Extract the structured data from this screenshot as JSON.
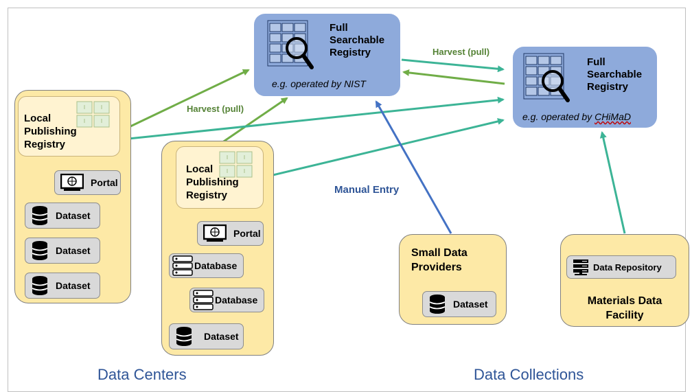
{
  "registries": {
    "nist": {
      "title": "Full\nSearchable\nRegistry",
      "subtitle": "e.g. operated by NIST"
    },
    "chimad": {
      "title": "Full\nSearchable\nRegistry",
      "subtitle_prefix": "e.g. operated by ",
      "subtitle_name": "CHiMaD"
    }
  },
  "edges": {
    "harvest_top": "Harvest (pull)",
    "harvest_left": "Harvest (pull)",
    "manual_entry": "Manual Entry"
  },
  "data_center_1": {
    "local_registry": "Local\nPublishing\nRegistry",
    "items": [
      {
        "label": "Portal",
        "icon": "globe-monitor-icon"
      },
      {
        "label": "Dataset",
        "icon": "database-cylinder-icon"
      },
      {
        "label": "Dataset",
        "icon": "database-cylinder-icon"
      },
      {
        "label": "Dataset",
        "icon": "database-cylinder-icon"
      }
    ]
  },
  "data_center_2": {
    "local_registry": "Local\nPublishing\nRegistry",
    "items": [
      {
        "label": "Portal",
        "icon": "globe-monitor-icon"
      },
      {
        "label": "Database",
        "icon": "server-stack-icon"
      },
      {
        "label": "Database",
        "icon": "server-stack-icon"
      },
      {
        "label": "Dataset",
        "icon": "database-cylinder-icon"
      }
    ]
  },
  "small_providers": {
    "title": "Small Data\nProviders",
    "item": "Dataset"
  },
  "mdf": {
    "item": "Data Repository",
    "title": "Materials Data\nFacility"
  },
  "sections": {
    "left": "Data Centers",
    "right": "Data Collections"
  },
  "colors": {
    "harvest_green": "#70ad47",
    "teal": "#3cb496",
    "manual_blue": "#4472c4",
    "box_yellow": "#fde9a6",
    "registry_blue": "#8eaadb"
  }
}
